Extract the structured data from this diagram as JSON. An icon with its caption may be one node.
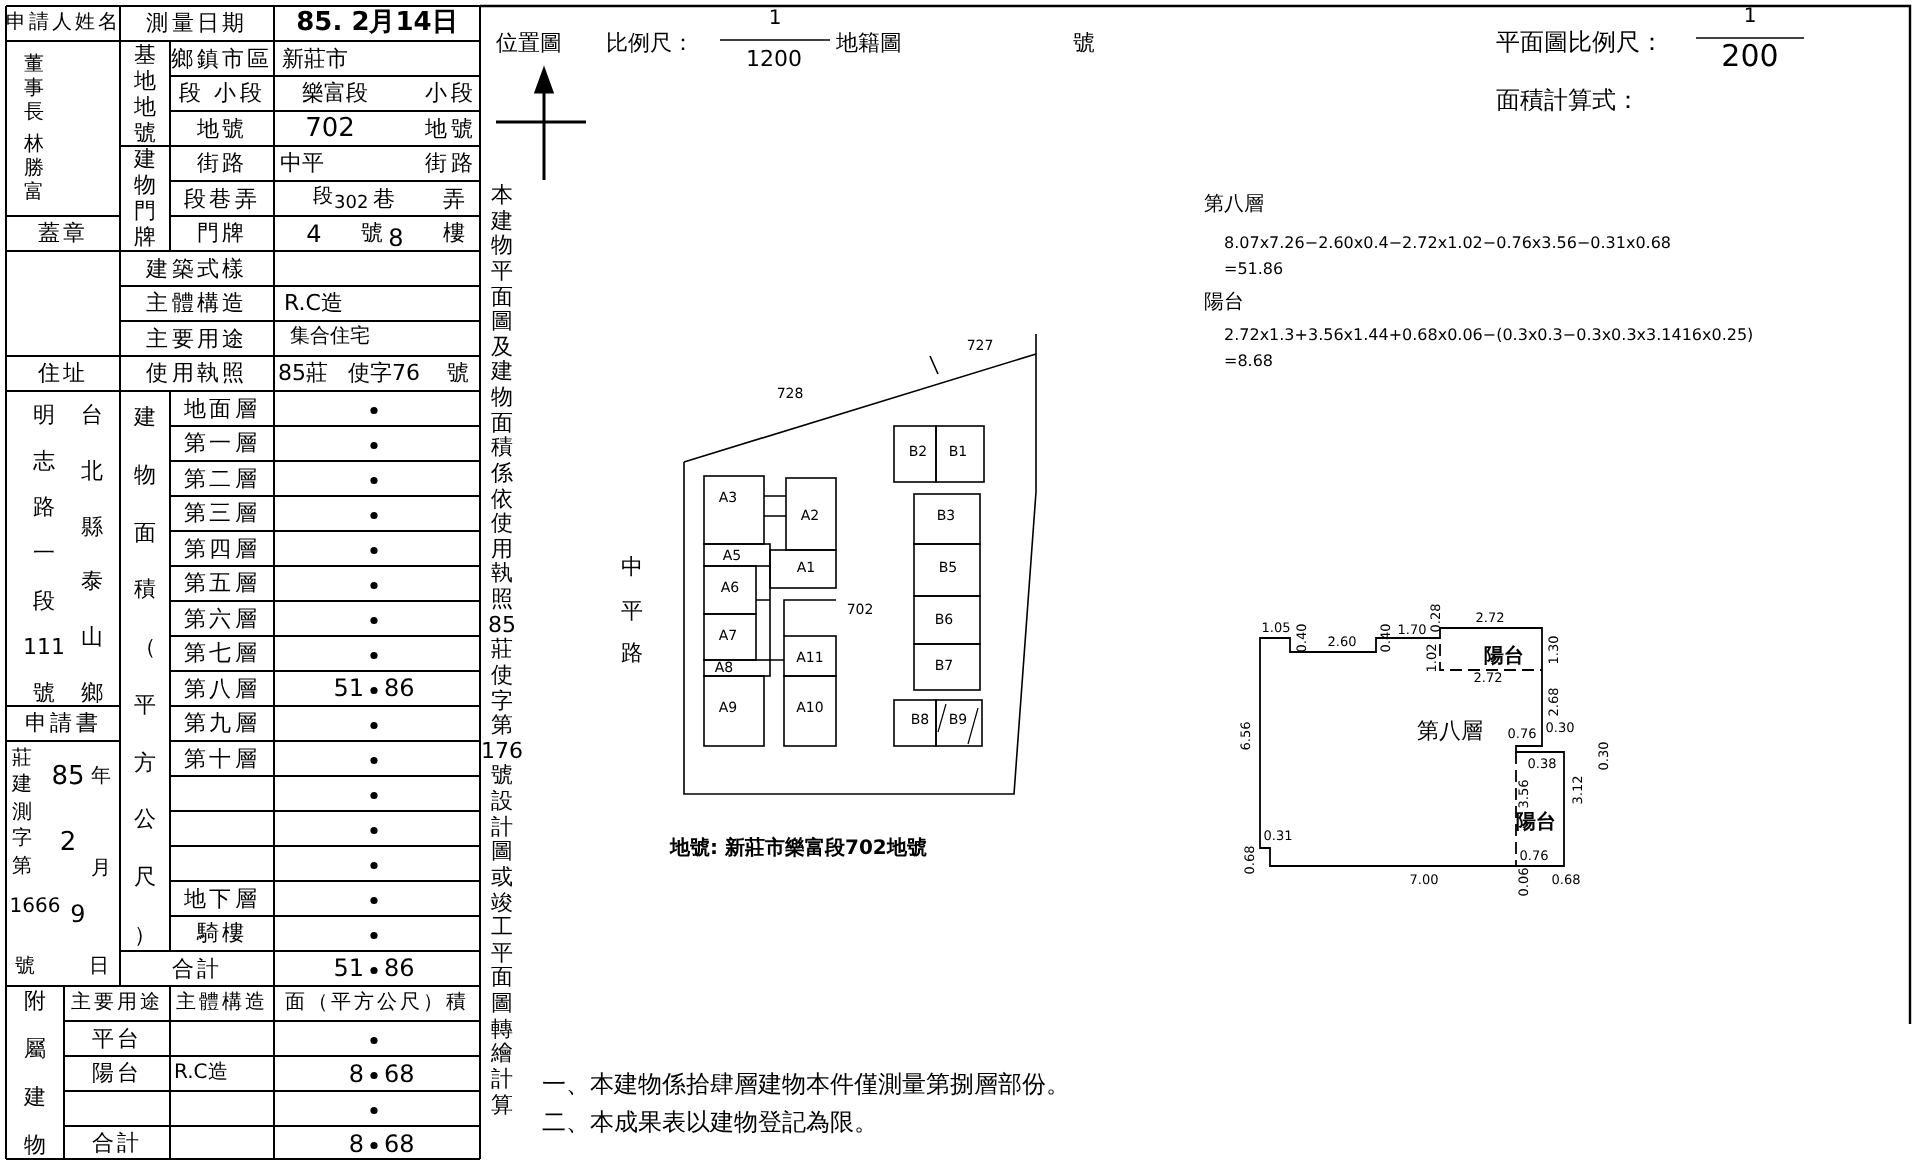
{
  "diagram": {
    "labels": [
      "申請人姓名",
      "測量日期",
      "85. 2月14日",
      "董事長",
      "林勝富",
      "蓋章",
      "基地地號",
      "鄉鎮市區",
      "新莊市",
      "段 小段",
      "樂富段",
      "小段",
      "地號",
      "702",
      "地號",
      "建物門牌",
      "街路",
      "中平",
      "街路",
      "段巷弄",
      "段",
      "302",
      "巷",
      "弄",
      "門牌",
      "4",
      "號",
      "8",
      "樓",
      "建築式樣",
      "主體構造",
      "R.C造",
      "主要用途",
      "集合住宅",
      "住址",
      "使用執照",
      "85莊",
      "使字76",
      "號",
      "明志路一段111號",
      "台北縣泰山鄉",
      "建物面積（平方公尺）",
      "地面層",
      "第一層",
      "第二層",
      "第三層",
      "第四層",
      "第五層",
      "第六層",
      "第七層",
      "第八層",
      "51",
      "86",
      "第九層",
      "第十層",
      "地下層",
      "騎樓",
      "申請書",
      "莊建測字第",
      "85",
      "年",
      "2",
      "月",
      "1666",
      "9",
      "號",
      "日",
      "合計",
      "51",
      "86",
      "附屬建物",
      "主要用途",
      "主體構造",
      "面（平方公尺）積",
      "平台",
      "陽台",
      "R.C造",
      "8",
      "68",
      "合計",
      "8",
      "68",
      "本建物平面圖及建物面積係依使用執照85莊使字第176號設計圖或竣工平面圖轉繪計算",
      "位置圖",
      "比例尺：",
      "1",
      "1200",
      "地籍圖",
      "號",
      "平面圖比例尺：",
      "1",
      "200",
      "面積計算式：",
      "第八層",
      "8.07x7.26−2.60x0.4−2.72x1.02−0.76x3.56−0.31x0.68",
      "=51.86",
      "陽台",
      "2.72x1.3+3.56x1.44+0.68x0.06−(0.3x0.3−0.3x0.3x3.1416x0.25)",
      "=8.68",
      "728",
      "727",
      "中平路",
      "B2",
      "B1",
      "A3",
      "A2",
      "B3",
      "A5",
      "A1",
      "A6",
      "B5",
      "702",
      "B6",
      "A7",
      "A8",
      "A11",
      "B7",
      "A9",
      "A10",
      "B8",
      "B9",
      "地號: 新莊市樂富段702地號",
      "1.05",
      "0.40",
      "2.60",
      "0.40",
      "1.70",
      "0.28",
      "2.72",
      "1.02",
      "陽台",
      "2.72",
      "1.30",
      "2.68",
      "0.30",
      "6.56",
      "第八層",
      "0.76",
      "0.38",
      "0.30",
      "3.56",
      "3.12",
      "陽台",
      "0.31",
      "0.68",
      "0.76",
      "7.00",
      "0.06",
      "0.68",
      "一、本建物係拾肆層建物本件僅測量第捌層部份。",
      "二、本成果表以建物登記為限。"
    ]
  }
}
